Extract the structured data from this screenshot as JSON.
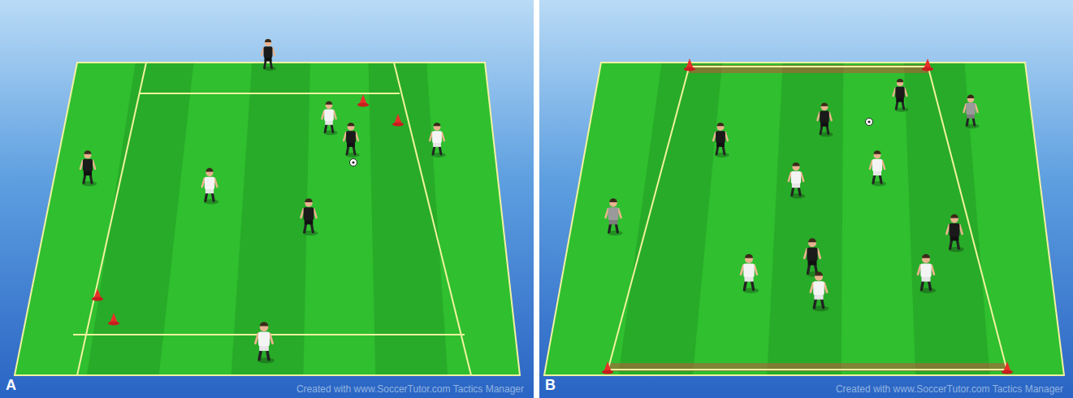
{
  "diagram": {
    "labels": [
      "A",
      "Created with www.SoccerTutor.com Tactics Manager",
      "B",
      "Created with www.SoccerTutor.com Tactics Manager"
    ]
  }
}
